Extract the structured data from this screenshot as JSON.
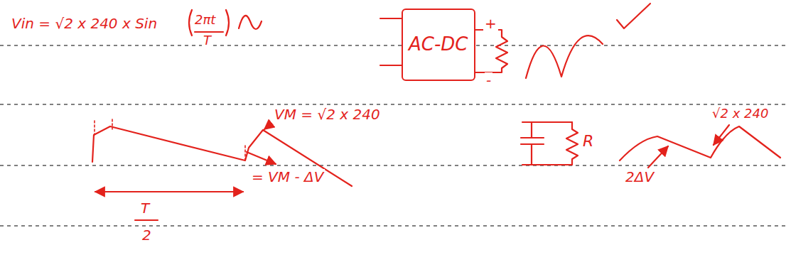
{
  "diagram": {
    "nodes": [
      {
        "text": [
          "AC-DC"
        ]
      }
    ],
    "edges": [],
    "labels": [
      "Vin = √2 x 240 x Sin",
      "2πt",
      "T",
      "+",
      "-",
      "VM = √2 x 240",
      "= VM - ΔV",
      "T",
      "2",
      "√2 x 240",
      "R",
      "2ΔV"
    ]
  }
}
